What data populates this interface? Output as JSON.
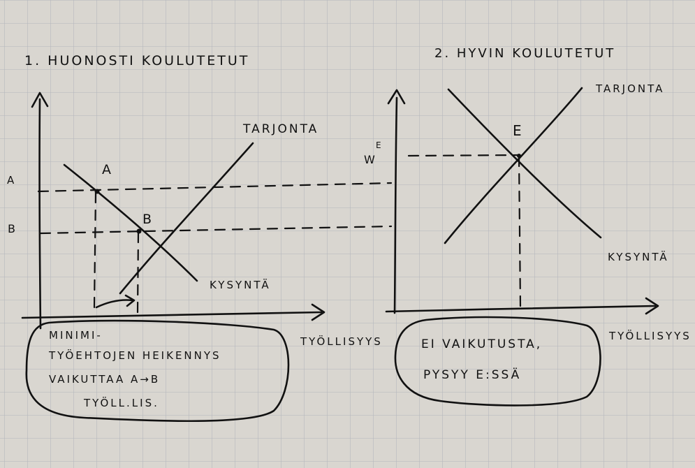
{
  "diagrams": [
    {
      "title": "1. HUONOSTI KOULUTETUT",
      "supply_label": "TARJONTA",
      "demand_label": "KYSYNTÄ",
      "x_axis_label": "TYÖLLISYYS",
      "points": [
        {
          "label": "A",
          "y_label": "A"
        },
        {
          "label": "B",
          "y_label": "B"
        }
      ],
      "bubble_lines": [
        "MINIMI-",
        "TYÖEHTOJEN HEIKENNYS",
        "VAIKUTTAA A→B",
        "TYÖLL.LIS."
      ]
    },
    {
      "title": "2. HYVIN KOULUTETUT",
      "supply_label": "TARJONTA",
      "demand_label": "KYSYNTÄ",
      "x_axis_label": "TYÖLLISYYS",
      "y_label": "W",
      "y_label_superscript": "E",
      "point_label": "E",
      "bubble_lines": [
        "EI VAIKUTUSTA,",
        "PYSYY E:SSÄ"
      ]
    }
  ],
  "colors": {
    "paper": "#d9d6d0",
    "grid": "#b3b6bb",
    "ink": "#111111"
  }
}
